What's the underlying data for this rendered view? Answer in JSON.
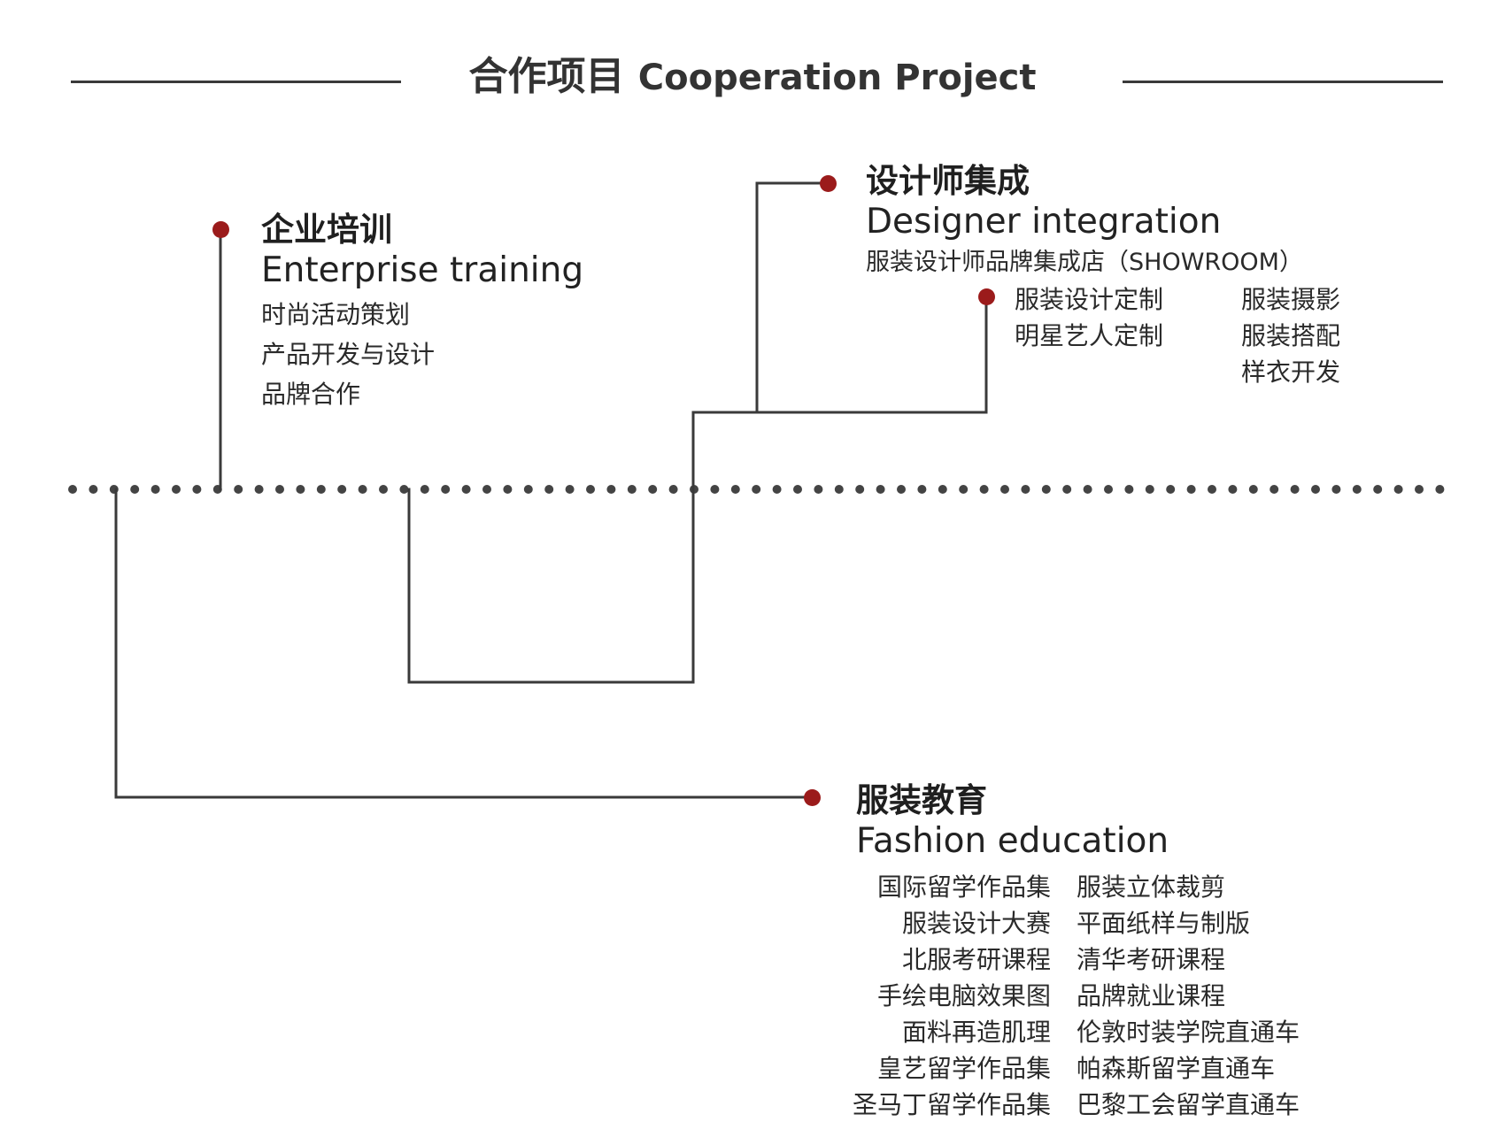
{
  "title": {
    "cn": "合作项目",
    "en": "Cooperation Project"
  },
  "accent_color": "#9b1b1b",
  "line_color": "#3a3a3a",
  "enterprise_training": {
    "cn": "企业培训",
    "en": "Enterprise training",
    "items": [
      "时尚活动策划",
      "产品开发与设计",
      "品牌合作"
    ]
  },
  "designer_integration": {
    "cn": "设计师集成",
    "en": "Designer integration",
    "subtitle": "服装设计师品牌集成店（SHOWROOM）",
    "col1": [
      "服装设计定制",
      "明星艺人定制"
    ],
    "col2": [
      "服装摄影",
      "服装搭配",
      "样衣开发"
    ]
  },
  "fashion_education": {
    "cn": "服装教育",
    "en": "Fashion education",
    "left": [
      "国际留学作品集",
      "服装设计大赛",
      "北服考研课程",
      "手绘电脑效果图",
      "面料再造肌理",
      "皇艺留学作品集",
      "圣马丁留学作品集"
    ],
    "right": [
      "服装立体裁剪",
      "平面纸样与制版",
      "清华考研课程",
      "品牌就业课程",
      "伦敦时装学院直通车",
      "帕森斯留学直通车",
      "巴黎工会留学直通车"
    ]
  }
}
